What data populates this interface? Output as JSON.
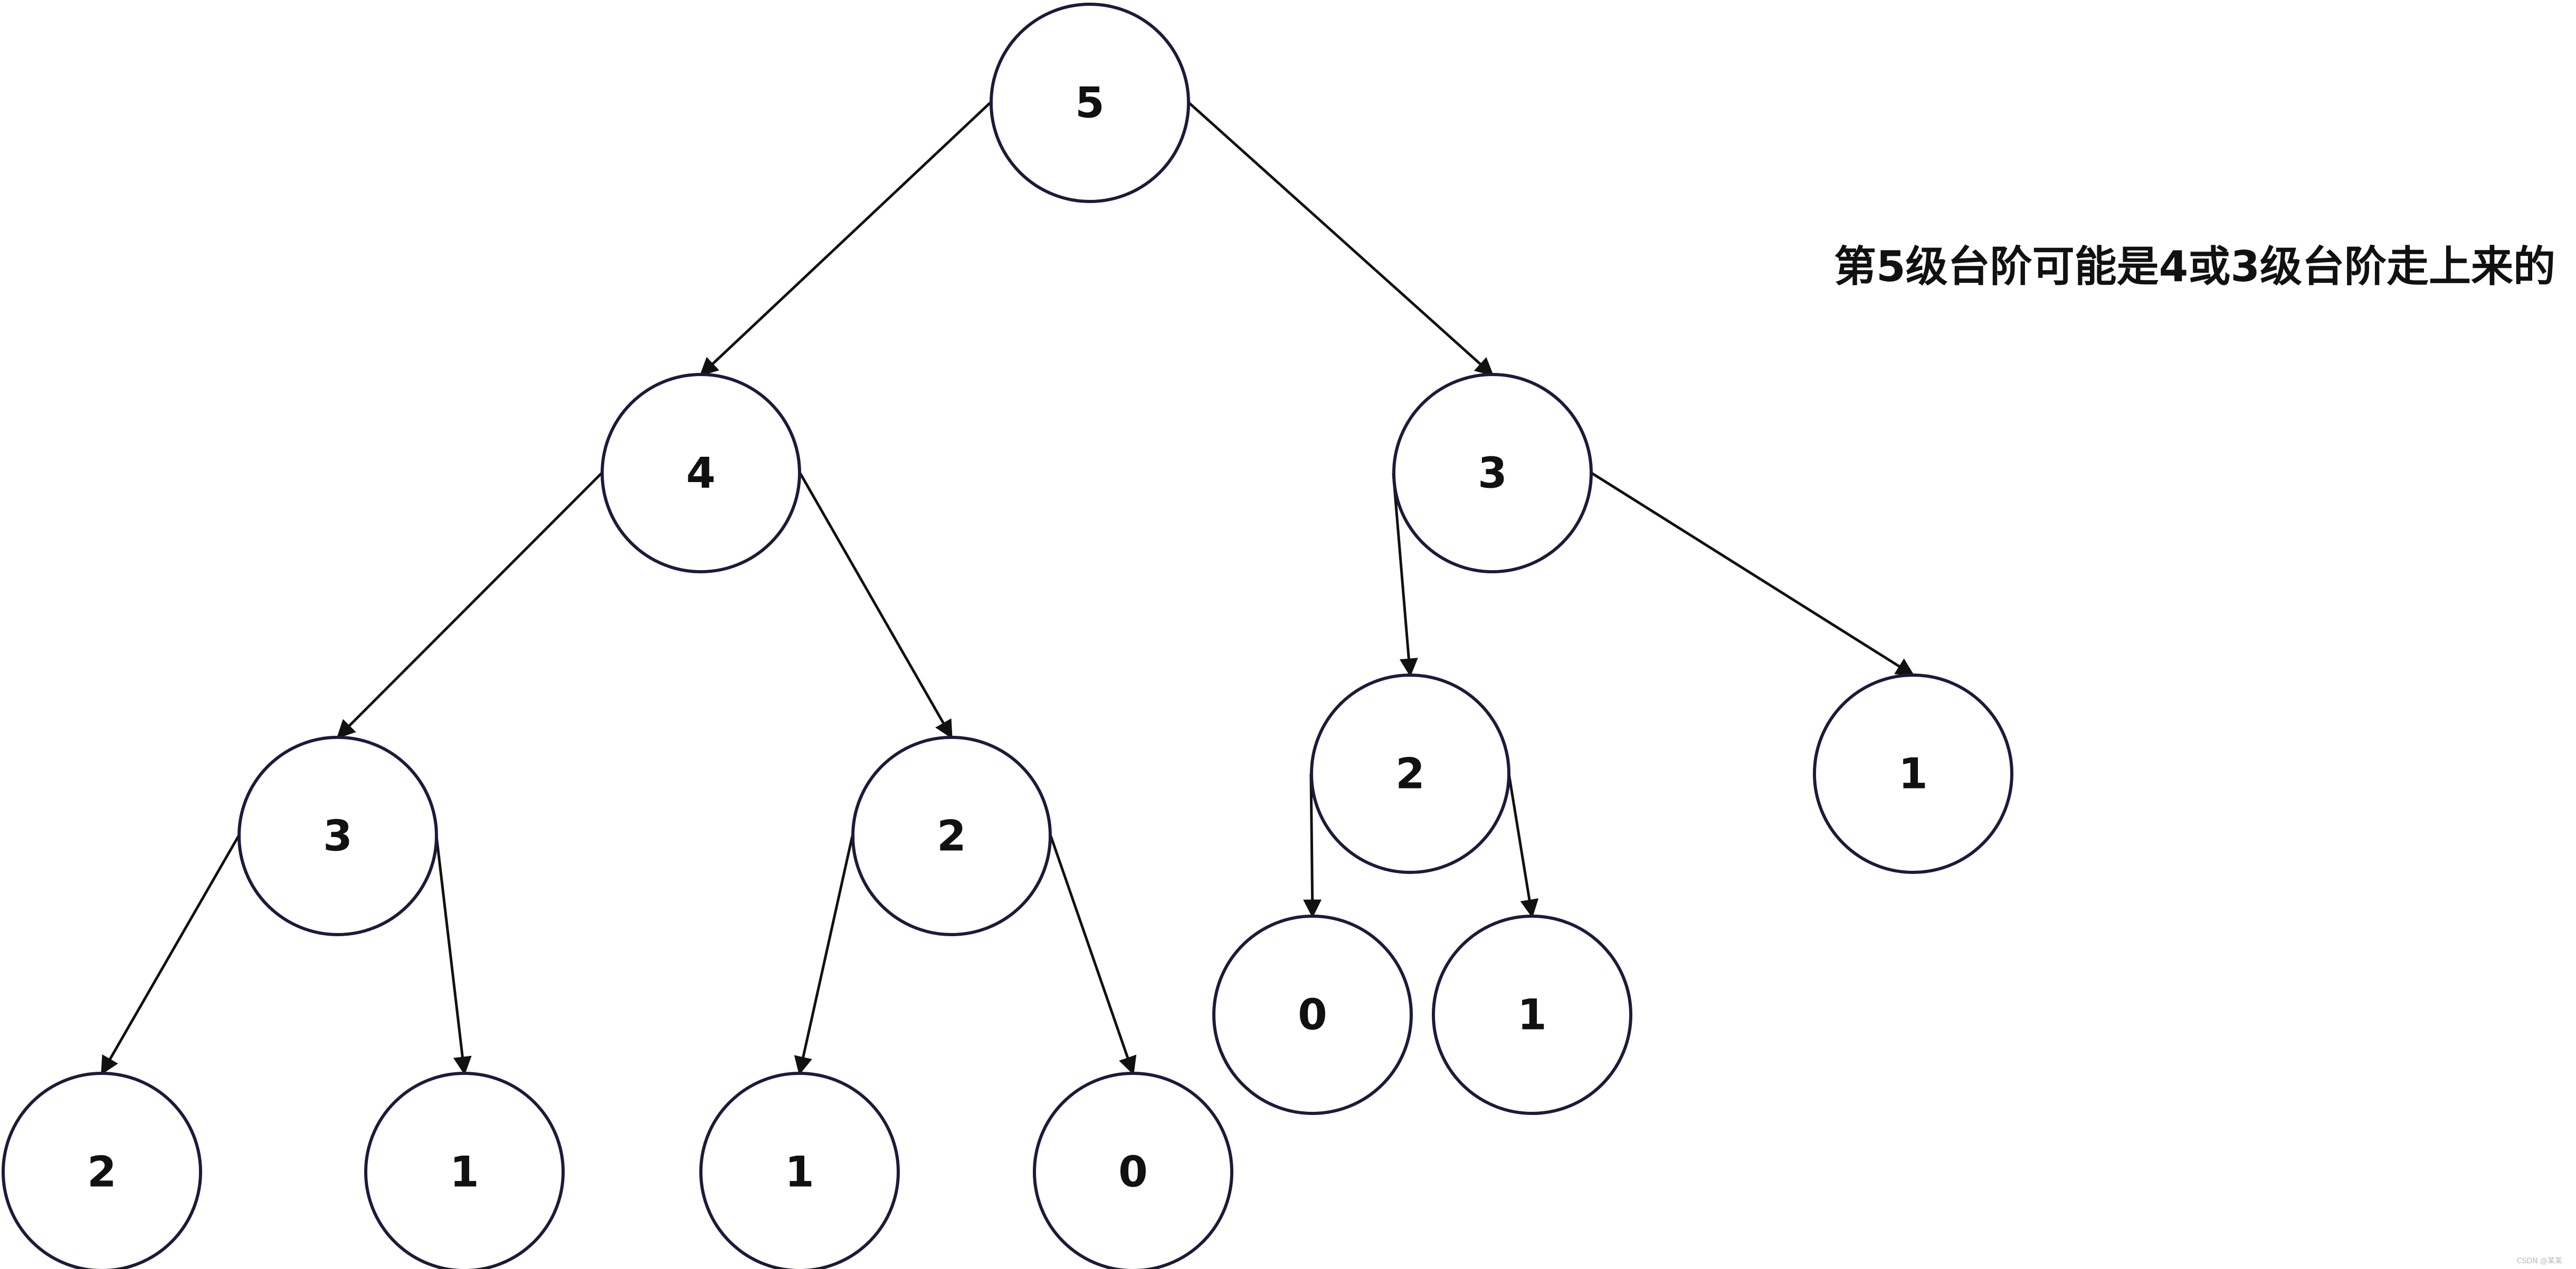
{
  "caption": "第5级台阶可能是4或3级台阶走上来的",
  "watermark": "CSDN @某某",
  "colors": {
    "node_stroke": "#1b1b3a",
    "edge": "#111111",
    "text": "#111111"
  },
  "nodes": [
    {
      "id": "n5",
      "label": "5"
    },
    {
      "id": "n4",
      "label": "4"
    },
    {
      "id": "n3r",
      "label": "3"
    },
    {
      "id": "n3l",
      "label": "3"
    },
    {
      "id": "n2m",
      "label": "2"
    },
    {
      "id": "n2r",
      "label": "2"
    },
    {
      "id": "n1r",
      "label": "1"
    },
    {
      "id": "n2ll",
      "label": "2"
    },
    {
      "id": "n1ll",
      "label": "1"
    },
    {
      "id": "n1mm",
      "label": "1"
    },
    {
      "id": "n0mm",
      "label": "0"
    },
    {
      "id": "n0rr",
      "label": "0"
    },
    {
      "id": "n1rr",
      "label": "1"
    }
  ],
  "edges": [
    {
      "from": "n5",
      "to": "n4"
    },
    {
      "from": "n5",
      "to": "n3r"
    },
    {
      "from": "n4",
      "to": "n3l"
    },
    {
      "from": "n4",
      "to": "n2m"
    },
    {
      "from": "n3r",
      "to": "n2r"
    },
    {
      "from": "n3r",
      "to": "n1r"
    },
    {
      "from": "n3l",
      "to": "n2ll"
    },
    {
      "from": "n3l",
      "to": "n1ll"
    },
    {
      "from": "n2m",
      "to": "n1mm"
    },
    {
      "from": "n2m",
      "to": "n0mm"
    },
    {
      "from": "n2r",
      "to": "n0rr"
    },
    {
      "from": "n2r",
      "to": "n1rr"
    }
  ]
}
